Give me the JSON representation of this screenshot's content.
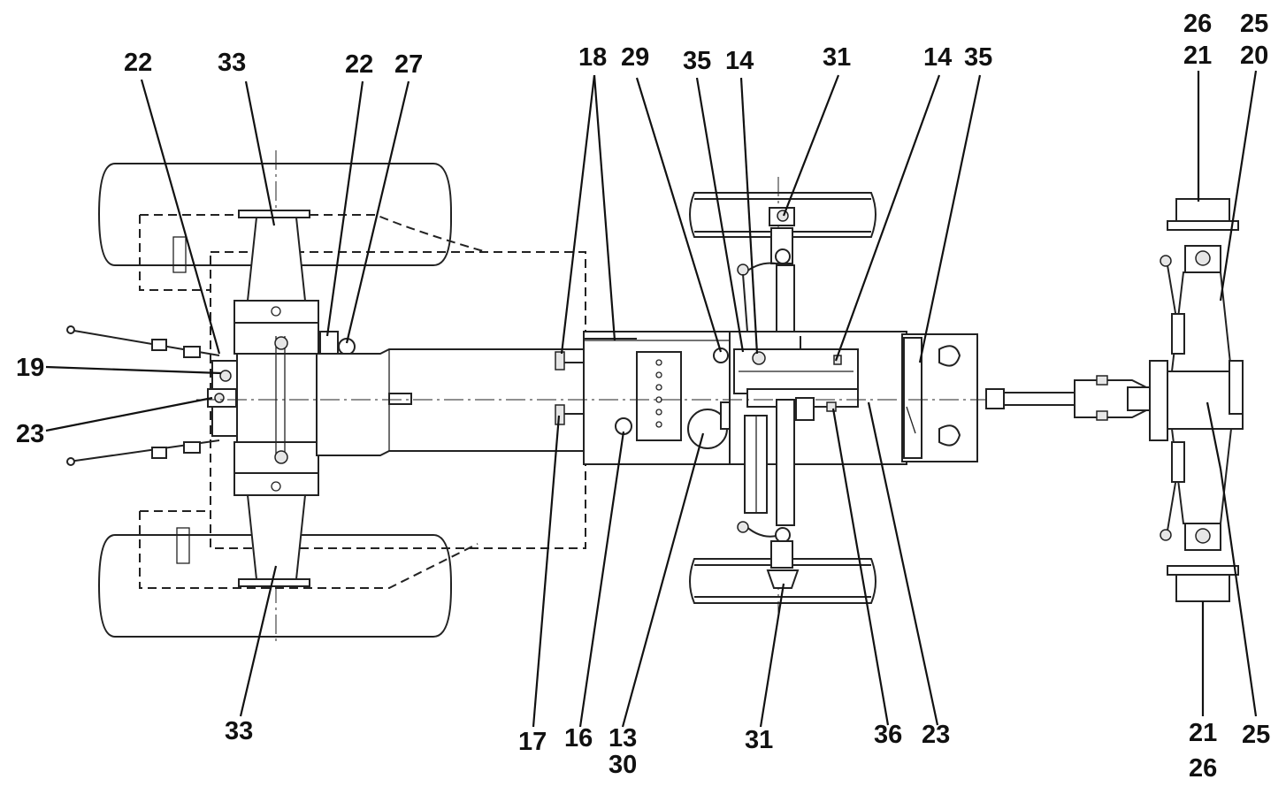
{
  "labels": {
    "l22a": "22",
    "l33t": "33",
    "l22b": "22",
    "l27": "27",
    "l19": "19",
    "l23l": "23",
    "l33b": "33",
    "l18": "18",
    "l29": "29",
    "l35a": "35",
    "l14a": "14",
    "l31t": "31",
    "l14b": "14",
    "l35b": "35",
    "l26t": "26",
    "l21t": "21",
    "l25t": "25",
    "l20": "20",
    "l17": "17",
    "l16": "16",
    "l13": "13",
    "l30": "30",
    "l31b": "31",
    "l36": "36",
    "l23r": "23",
    "l21b": "21",
    "l26b": "26",
    "l25b": "25"
  }
}
